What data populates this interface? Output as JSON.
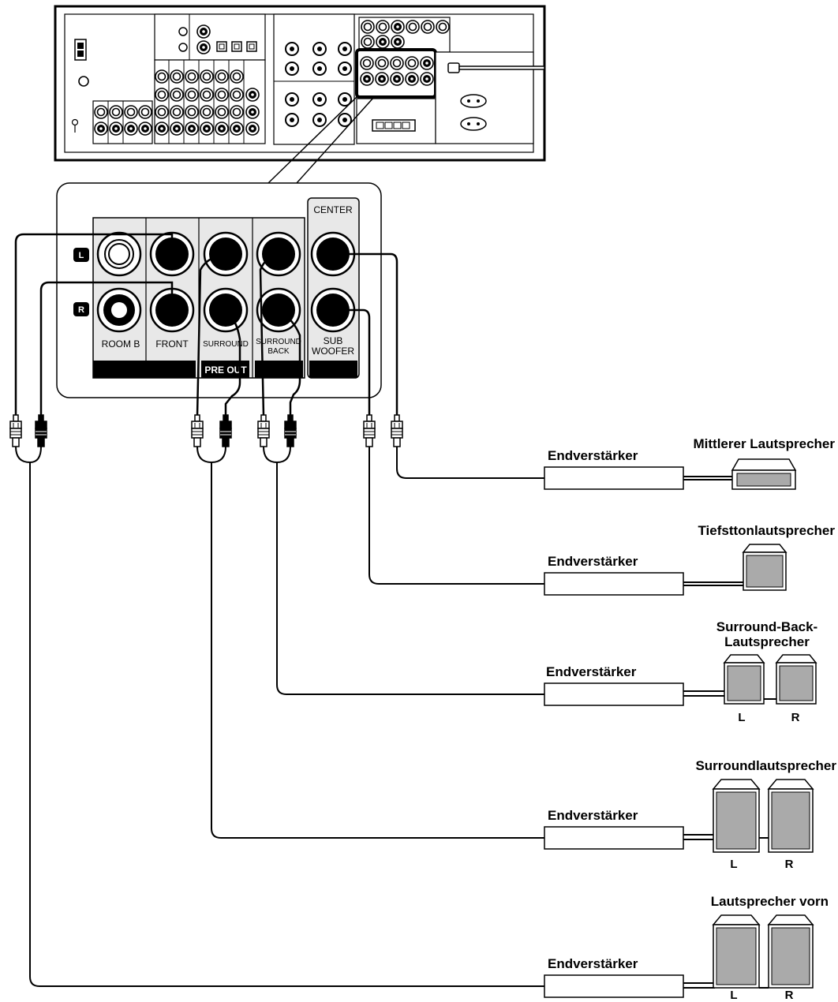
{
  "panel": {
    "badge_left": "L",
    "badge_right": "R",
    "center_header": "CENTER",
    "jack_labels": {
      "room_b": "ROOM B",
      "front": "FRONT",
      "surround": "SURROUND",
      "surround_back_1": "SURROUND",
      "surround_back_2": "BACK",
      "sub_1": "SUB",
      "sub_2": "WOOFER"
    },
    "pre_out": "PRE OUT"
  },
  "amplifier_label": "Endverstärker",
  "speakers": {
    "center": {
      "title": "Mittlerer Lautsprecher"
    },
    "subwoofer": {
      "title": "Tiefsttonlautsprecher"
    },
    "surround_back": {
      "title_1": "Surround-Back-",
      "title_2": "Lautsprecher",
      "left": "L",
      "right": "R"
    },
    "surround": {
      "title": "Surroundlautsprecher",
      "left": "L",
      "right": "R"
    },
    "front": {
      "title": "Lautsprecher vorn",
      "left": "L",
      "right": "R"
    }
  },
  "colors": {
    "line": "#000000",
    "speaker_fill": "#aaaaaa",
    "panel_bg": "#eeeeee",
    "panel_section": "#e8e8e8"
  }
}
